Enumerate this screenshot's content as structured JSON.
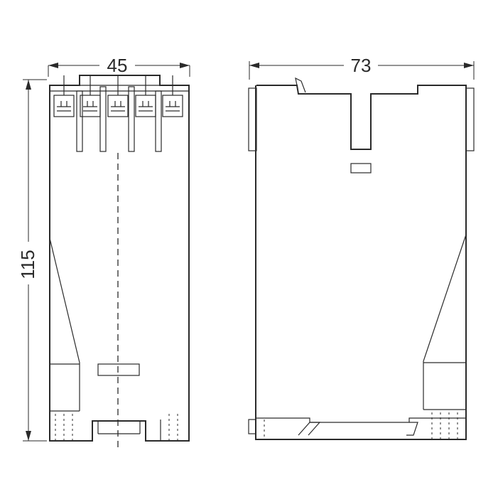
{
  "drawing": {
    "front_view": {
      "width_label": "45",
      "height_label": "115"
    },
    "side_view": {
      "depth_label": "73"
    }
  }
}
